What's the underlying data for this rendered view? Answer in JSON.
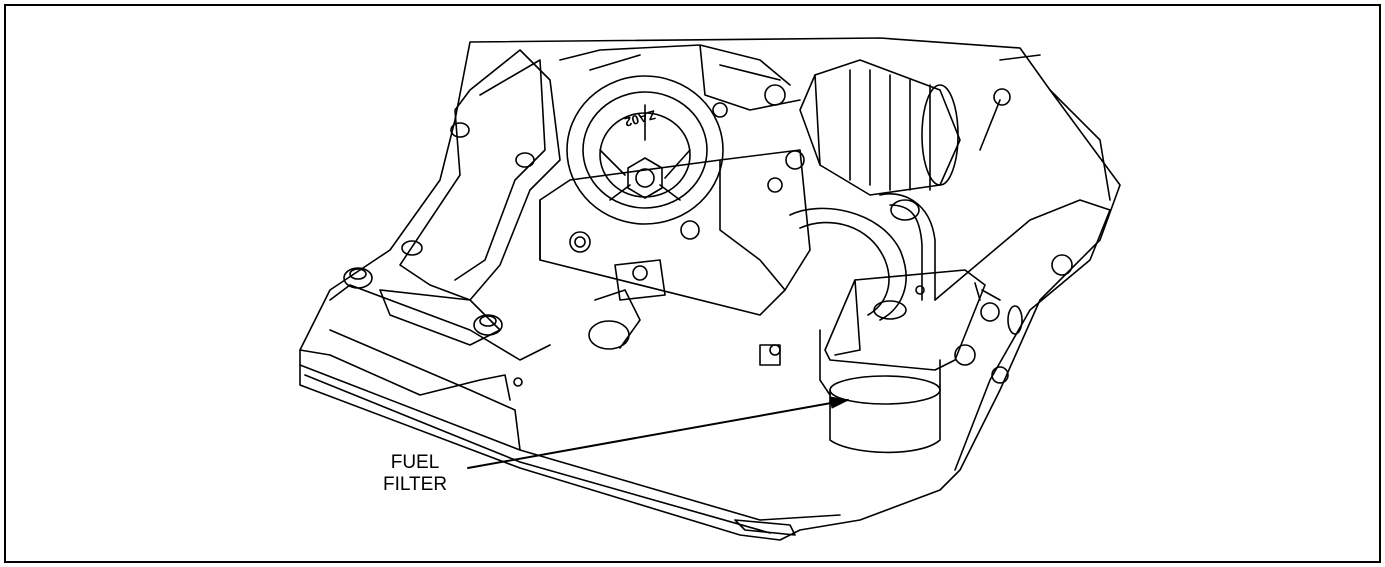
{
  "callout": {
    "line1": "FUEL",
    "line2": "FILTER"
  },
  "part_marking": "ZA02",
  "colors": {
    "line": "#000000",
    "background": "#ffffff"
  }
}
